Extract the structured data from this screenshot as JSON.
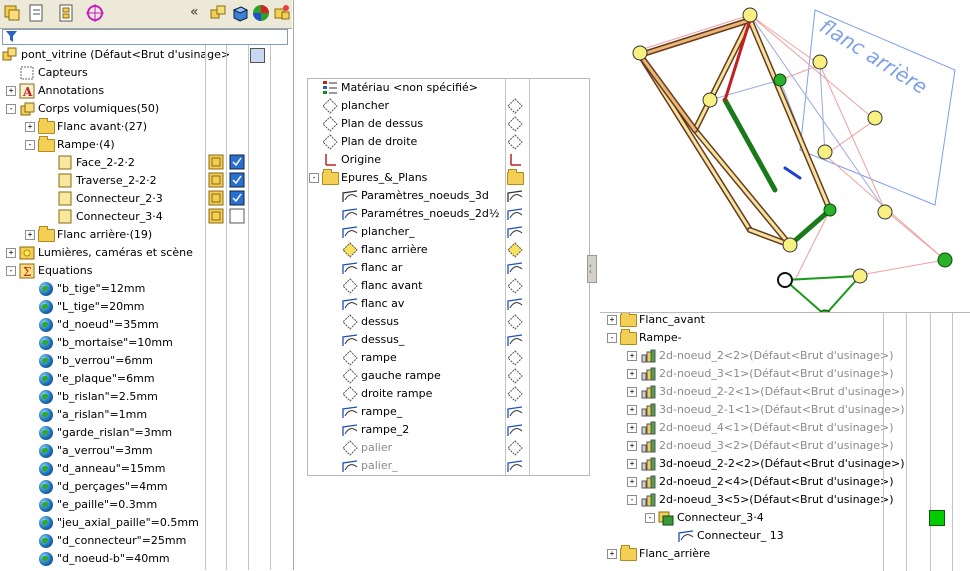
{
  "left_panel": {
    "filter_icon": "funnel-icon",
    "toolbar": {
      "tabs": [
        {
          "name": "feature-manager-tab-icon"
        },
        {
          "name": "property-manager-tab-icon"
        },
        {
          "name": "configuration-manager-tab-icon"
        },
        {
          "name": "dimxpert-tab-icon"
        }
      ],
      "collapse_glyph": "«"
    },
    "rows": [
      {
        "label": "pont_vitrine  (Défaut<Brut d'usinage>",
        "icon": "assembly-icon",
        "kind": "root"
      },
      {
        "label": "Capteurs",
        "icon": "sensor-icon"
      },
      {
        "label": "Annotations",
        "icon": "annotation-icon",
        "expand": "+"
      },
      {
        "label": "Corps volumiques(50)",
        "icon": "solid-bodies-icon",
        "expand": "-"
      },
      {
        "label": "Flanc avant·(27)",
        "icon": "folder-icon",
        "expand": "+"
      },
      {
        "label": "Rampe·(4)",
        "icon": "folder-icon",
        "expand": "-"
      },
      {
        "label": "Face_2-2·2",
        "icon": "body-icon"
      },
      {
        "label": "Traverse_2-2·2",
        "icon": "body-icon"
      },
      {
        "label": "Connecteur_2·3",
        "icon": "body-icon"
      },
      {
        "label": "Connecteur_3·4",
        "icon": "body-icon"
      },
      {
        "label": "Flanc arrière·(19)",
        "icon": "folder-icon",
        "expand": "+"
      },
      {
        "label": "Lumières, caméras et scène",
        "icon": "lights-icon",
        "expand": "+"
      },
      {
        "label": "Equations",
        "icon": "equations-icon",
        "expand": "-"
      },
      {
        "label": "\"b_tige\"=12mm",
        "icon": "globe-icon"
      },
      {
        "label": "\"L_tige\"=20mm",
        "icon": "globe-icon"
      },
      {
        "label": "\"d_noeud\"=35mm",
        "icon": "globe-icon"
      },
      {
        "label": "\"b_mortaise\"=10mm",
        "icon": "globe-icon"
      },
      {
        "label": "\"b_verrou\"=6mm",
        "icon": "globe-icon"
      },
      {
        "label": "\"e_plaque\"=6mm",
        "icon": "globe-icon"
      },
      {
        "label": "\"b_rislan\"=2.5mm",
        "icon": "globe-icon"
      },
      {
        "label": "\"a_rislan\"=1mm",
        "icon": "globe-icon"
      },
      {
        "label": "\"garde_rislan\"=3mm",
        "icon": "globe-icon"
      },
      {
        "label": "\"a_verrou\"=3mm",
        "icon": "globe-icon"
      },
      {
        "label": "\"d_anneau\"=15mm",
        "icon": "globe-icon"
      },
      {
        "label": "\"d_perçages\"=4mm",
        "icon": "globe-icon"
      },
      {
        "label": "\"e_paille\"=0.3mm",
        "icon": "globe-icon"
      },
      {
        "label": "\"jeu_axial_paille\"=0.5mm",
        "icon": "globe-icon"
      },
      {
        "label": "\"d_connecteur\"=25mm",
        "icon": "globe-icon"
      },
      {
        "label": "\"d_noeud-b\"=40mm",
        "icon": "globe-icon"
      }
    ]
  },
  "middle_panel": {
    "rows": [
      {
        "label": "Matériau <non spécifié>",
        "icon": "material-icon"
      },
      {
        "label": "plancher",
        "icon": "plane-icon"
      },
      {
        "label": "Plan de dessus",
        "icon": "plane-icon"
      },
      {
        "label": "Plan de droite",
        "icon": "plane-icon"
      },
      {
        "label": "Origine",
        "icon": "origin-icon"
      },
      {
        "label": "Epures_&_Plans",
        "icon": "folder-icon",
        "expand": "-"
      },
      {
        "label": "Paramètres_noeuds_3d",
        "icon": "3d-sketch-icon"
      },
      {
        "label": "Paramétres_noeuds_2d½",
        "icon": "sketch-icon"
      },
      {
        "label": "plancher_",
        "icon": "sketch-icon"
      },
      {
        "label": "flanc arrière",
        "icon": "plane-selected-icon"
      },
      {
        "label": "flanc ar",
        "icon": "sketch-icon"
      },
      {
        "label": "flanc avant",
        "icon": "plane-icon"
      },
      {
        "label": "flanc av",
        "icon": "sketch-icon"
      },
      {
        "label": "dessus",
        "icon": "plane-icon"
      },
      {
        "label": "dessus_",
        "icon": "sketch-icon"
      },
      {
        "label": "rampe",
        "icon": "plane-icon"
      },
      {
        "label": "gauche rampe",
        "icon": "plane-icon"
      },
      {
        "label": "droite rampe",
        "icon": "plane-icon"
      },
      {
        "label": "rampe_",
        "icon": "sketch-icon"
      },
      {
        "label": "rampe_2",
        "icon": "sketch-icon"
      },
      {
        "label": "palier",
        "icon": "plane-icon",
        "dim": true
      },
      {
        "label": "palier_",
        "icon": "sketch-icon",
        "dim": true
      }
    ]
  },
  "right_panel": {
    "rows": [
      {
        "label": "Flanc_avant",
        "icon": "folder-icon",
        "expand": "+"
      },
      {
        "label": "Rampe-",
        "icon": "folder-icon",
        "expand": "-"
      },
      {
        "label": "2d-noeud_2<2>(Défaut<Brut d'usinage>)",
        "icon": "part-icon",
        "expand": "+",
        "dim": true
      },
      {
        "label": "2d-noeud_3<1>(Défaut<Brut d'usinage>)",
        "icon": "part-icon",
        "expand": "+",
        "dim": true
      },
      {
        "label": "3d-noeud_2-2<1>(Défaut<Brut d'usinage>)",
        "icon": "part-icon",
        "expand": "+",
        "dim": true
      },
      {
        "label": "3d-noeud_2-1<1>(Défaut<Brut d'usinage>)",
        "icon": "part-icon",
        "expand": "+",
        "dim": true
      },
      {
        "label": "2d-noeud_4<1>(Défaut<Brut d'usinage>)",
        "icon": "part-icon",
        "expand": "+",
        "dim": true
      },
      {
        "label": "2d-noeud_3<2>(Défaut<Brut d'usinage>)",
        "icon": "part-icon",
        "expand": "+",
        "dim": true
      },
      {
        "label": "3d-noeud_2-2<2>(Défaut<Brut d'usinage>)",
        "icon": "part-icon",
        "expand": "+"
      },
      {
        "label": "2d-noeud_2<4>(Défaut<Brut d'usinage>)",
        "icon": "part-icon",
        "expand": "+"
      },
      {
        "label": "2d-noeud_3<5>(Défaut<Brut d'usinage>)",
        "icon": "part-icon",
        "expand": "-"
      },
      {
        "label": "Connecteur_3·4",
        "icon": "connector-body-icon",
        "expand": "-"
      },
      {
        "label": "Connecteur_ 13",
        "icon": "sketch-icon"
      },
      {
        "label": "Flanc_arrière",
        "icon": "folder-icon",
        "expand": "+"
      }
    ]
  },
  "viewport": {
    "plane_label": "flanc arrière",
    "plane_color": "#6f8fd8",
    "status_color": "#00cc00"
  }
}
